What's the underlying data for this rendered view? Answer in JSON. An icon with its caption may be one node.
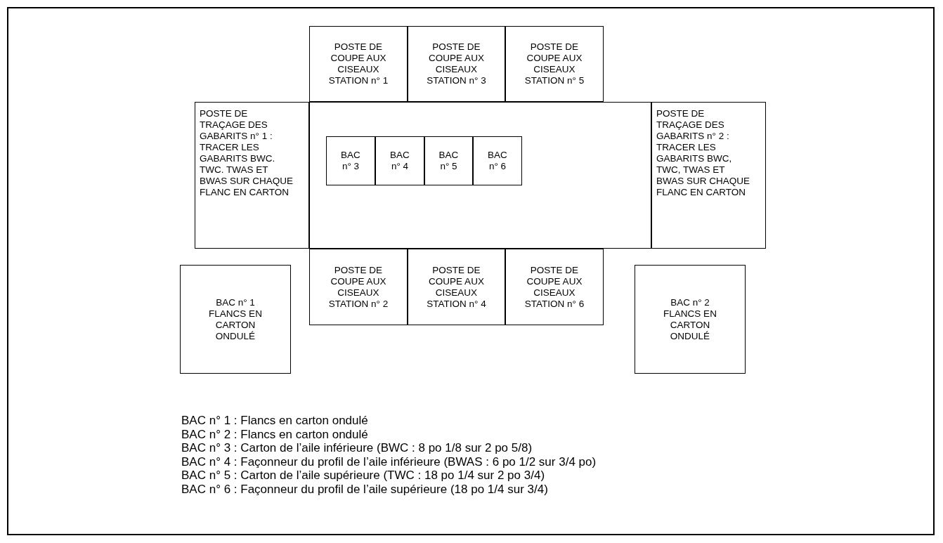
{
  "diagram": {
    "nodes": [
      {
        "text": [
          "POSTE DE COUPE AUX CISEAUX STATION n° 1"
        ]
      },
      {
        "text": [
          "POSTE DE COUPE AUX CISEAUX STATION n° 3"
        ]
      },
      {
        "text": [
          "POSTE DE COUPE AUX CISEAUX STATION n° 5"
        ]
      },
      {
        "text": [
          "POSTE DE TRAÇAGE DES GABARITS n° 1 : TRACER LES GABARITS BWC. TWC. TWAS ET BWAS SUR CHAQUE FLANC EN CARTON"
        ]
      },
      {
        "text": [],
        "shape": "box"
      },
      {
        "text": [
          "BAC n° 3"
        ],
        "in": 4
      },
      {
        "text": [
          "BAC n° 4"
        ],
        "in": 4
      },
      {
        "text": [
          "BAC n° 5"
        ],
        "in": 4
      },
      {
        "text": [
          "BAC n° 6"
        ],
        "in": 4
      },
      {
        "text": [
          "POSTE DE TRAÇAGE DES GABARITS n° 2 : TRACER LES GABARITS BWC, TWC, TWAS ET BWAS SUR CHAQUE FLANC EN CARTON"
        ]
      },
      {
        "text": [
          "POSTE DE COUPE AUX CISEAUX STATION n° 2"
        ]
      },
      {
        "text": [
          "POSTE DE COUPE AUX CISEAUX STATION n° 4"
        ]
      },
      {
        "text": [
          "POSTE DE COUPE AUX CISEAUX STATION n° 6"
        ]
      },
      {
        "text": [
          "BAC n° 1 FLANCS EN CARTON ONDULÉ"
        ]
      },
      {
        "text": [
          "BAC n° 2 FLANCS EN CARTON ONDULÉ"
        ]
      }
    ],
    "labels": [
      "BAC n° 1 : Flancs en carton ondulé",
      "BAC n° 2 : Flancs en carton ondulé",
      "BAC n° 3 : Carton de l’aile inférieure (BWC : 8 po 1/8 sur 2 po 5/8)",
      "BAC n° 4 : Façonneur du profil de l’aile inférieure (BWAS : 6 po 1/2 sur 3/4 po)",
      "BAC n° 5 : Carton de l’aile supérieure (TWC : 18 po 1/4 sur 2 po 3/4)",
      "BAC n° 6 : Façonneur du profil de l’aile supérieure (18 po 1/4 sur 3/4)"
    ]
  }
}
